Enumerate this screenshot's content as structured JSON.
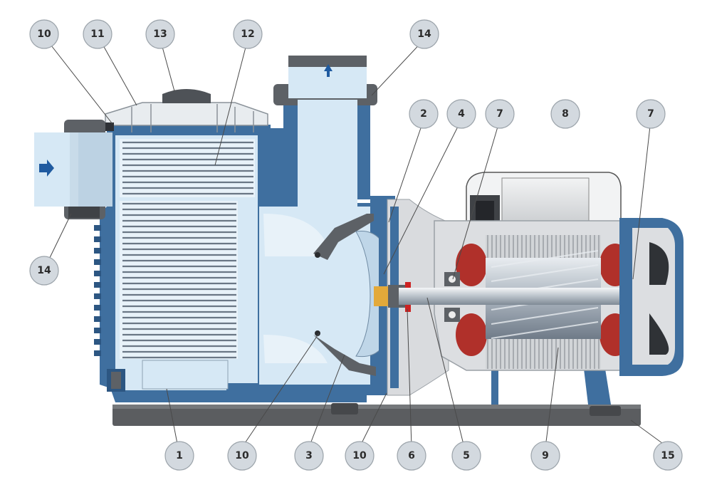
{
  "figure": {
    "callouts": [
      {
        "id": "c10a",
        "label": "10"
      },
      {
        "id": "c11",
        "label": "11"
      },
      {
        "id": "c13",
        "label": "13"
      },
      {
        "id": "c12",
        "label": "12"
      },
      {
        "id": "c14a",
        "label": "14"
      },
      {
        "id": "c2",
        "label": "2"
      },
      {
        "id": "c4",
        "label": "4"
      },
      {
        "id": "c7a",
        "label": "7"
      },
      {
        "id": "c8",
        "label": "8"
      },
      {
        "id": "c7b",
        "label": "7"
      },
      {
        "id": "c14b",
        "label": "14"
      },
      {
        "id": "c1",
        "label": "1"
      },
      {
        "id": "c10b",
        "label": "10"
      },
      {
        "id": "c3",
        "label": "3"
      },
      {
        "id": "c10c",
        "label": "10"
      },
      {
        "id": "c6",
        "label": "6"
      },
      {
        "id": "c5",
        "label": "5"
      },
      {
        "id": "c9",
        "label": "9"
      },
      {
        "id": "c15",
        "label": "15"
      }
    ],
    "colors": {
      "casing": "#3f6f9f",
      "casing_dark": "#2c5682",
      "water": "#d6e8f5",
      "water_light": "#e8f2f9",
      "grey_part": "#5d6166",
      "motor_grey": "#d9dbde",
      "winding": "#b0302a",
      "base": "#5b5d60",
      "arrow": "#1f5aa0",
      "seal_brass": "#e3a93a",
      "seal_red": "#cc2222"
    }
  }
}
